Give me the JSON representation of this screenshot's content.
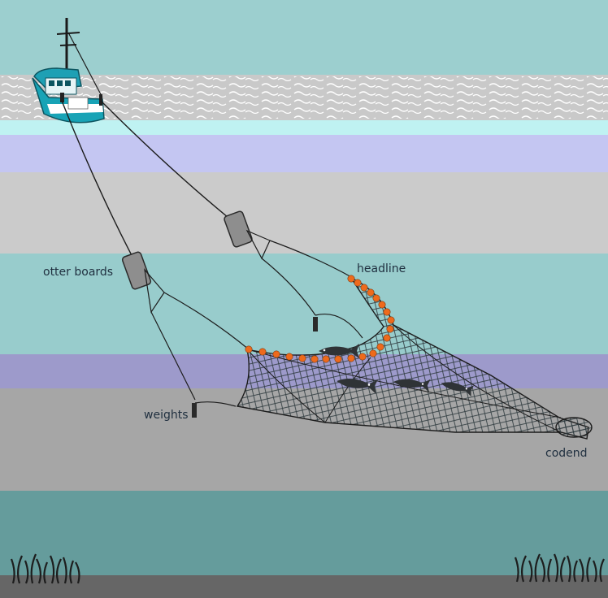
{
  "labels": {
    "otter_boards": "otter boards",
    "headline": "headline",
    "weights": "weights",
    "codend": "codend"
  },
  "colors": {
    "sky": "#9ccfcf",
    "surface": "#c9c9c9",
    "foam": "#bff2f2",
    "layer_lavender": "#c4c6f2",
    "layer_grey": "#cbcbcb",
    "layer_teal": "#98cccc",
    "layer_purple": "#9d9acb",
    "layer_mid_grey": "#a6a6a6",
    "layer_deep_teal": "#659c9c",
    "seabed": "#666666",
    "floats": "#ee6a1c",
    "fish": "#2f3336",
    "label_text": "#1f2f3f",
    "boat_hull": "#18a3b6"
  },
  "icons": [
    "trawler-boat-icon",
    "otter-board-icon",
    "weight-icon",
    "fish-icon",
    "seaweed-icon"
  ]
}
